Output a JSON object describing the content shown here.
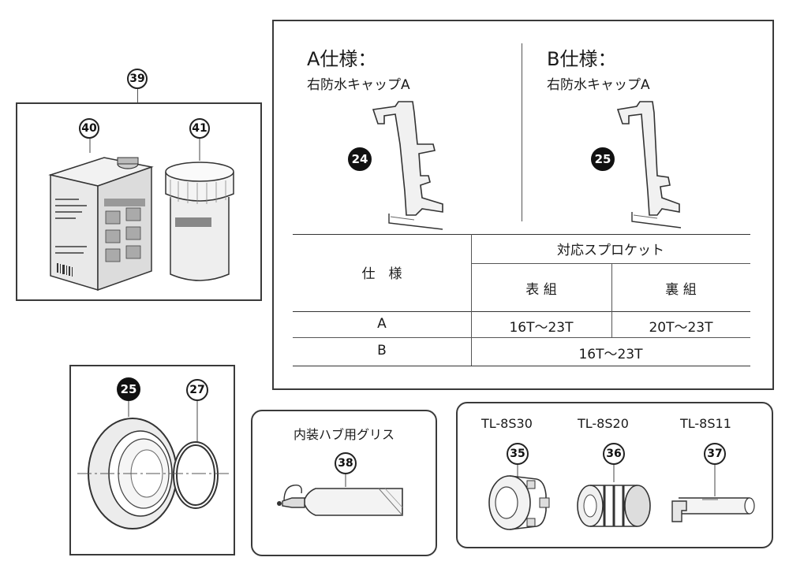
{
  "kit": {
    "main": "39",
    "oil": "40",
    "jar": "41"
  },
  "spec": {
    "a_title": "A仕様：",
    "a_sub": "右防水キャップA",
    "a_num": "24",
    "b_title": "B仕様：",
    "b_sub": "右防水キャップA",
    "b_num": "25",
    "table": {
      "h_spec": "仕　様",
      "h_group": "対応スプロケット",
      "h_front": "表 組",
      "h_back": "裏 組",
      "row_a": {
        "spec": "A",
        "front": "16T～23T",
        "back": "20T～23T"
      },
      "row_b": {
        "spec": "B",
        "both": "16T～23T"
      }
    }
  },
  "seal": {
    "seal_num": "25",
    "ring_num": "27"
  },
  "grease": {
    "title": "内装ハブ用グリス",
    "num": "38"
  },
  "tools": [
    {
      "code": "TL-8S30",
      "num": "35"
    },
    {
      "code": "TL-8S20",
      "num": "36"
    },
    {
      "code": "TL-8S11",
      "num": "37"
    }
  ]
}
